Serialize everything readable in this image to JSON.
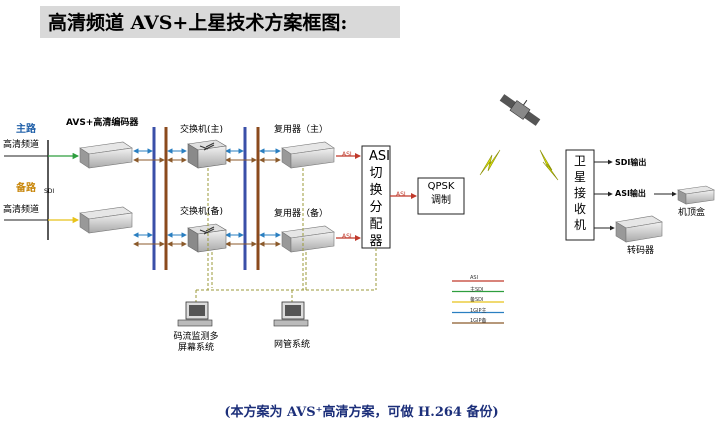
{
  "title": "高清频道 AVS+上星技术方案框图:",
  "caption": "(本方案为 AVS⁺高清方案，可做 H.264 备份)",
  "inputs": {
    "main_label": "主路",
    "backup_label": "备路",
    "main_channel": "高清频道",
    "backup_channel": "高清频道",
    "sdi_tag": "SDI"
  },
  "nodes": {
    "encoder": "AVS+高清编码器",
    "switch_main": "交换机(主)",
    "switch_backup": "交换机(备)",
    "mux_main": "复用器（主）",
    "mux_backup": "复用器（备）",
    "asi_switch": "ASI切换分配器",
    "qpsk": "QPSK调制",
    "receiver": "卫星接收机",
    "monitor": "码流监测多屏幕系统",
    "nms": "网管系统",
    "stb": "机顶盒",
    "transcoder": "转码器"
  },
  "outputs": {
    "sdi_out": "SDI输出",
    "asi_out": "ASI输出"
  },
  "link_tags": {
    "asi_1": "ASI",
    "asi_2": "ASI",
    "asi_3": "ASI"
  },
  "legend": [
    {
      "label": "ASI",
      "color": "#c0392b"
    },
    {
      "label": "主SDI",
      "color": "#2e9e3e"
    },
    {
      "label": "备SDI",
      "color": "#e8c21a"
    },
    {
      "label": "1GIP主",
      "color": "#2a7fc1"
    },
    {
      "label": "1GIP备",
      "color": "#8b5a2b"
    }
  ],
  "colors": {
    "asi": "#c0392b",
    "sdi_main": "#2e9e3e",
    "sdi_backup": "#e8c21a",
    "ip_main": "#2a7fc1",
    "ip_backup": "#8b5a2b",
    "mgmt": "#9b9a3a",
    "bus_blue": "#3a4fa8",
    "bus_brown": "#8b4a1c",
    "lightning": "#d8e00c"
  }
}
